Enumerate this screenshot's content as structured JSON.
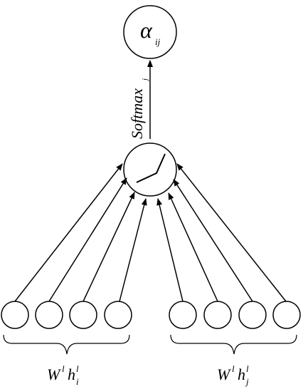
{
  "output_node": {
    "symbol": "α",
    "subscript": "ij"
  },
  "edge_label": {
    "text": "Softmax",
    "subscript": "j"
  },
  "left_group": {
    "base": "W",
    "sup1": "l",
    "h": "h",
    "sub": "i",
    "sup2": "l"
  },
  "right_group": {
    "base": "W",
    "sup1": "l",
    "h": "h",
    "sub": "j",
    "sup2": "l"
  },
  "activation_icon": "relu-icon"
}
